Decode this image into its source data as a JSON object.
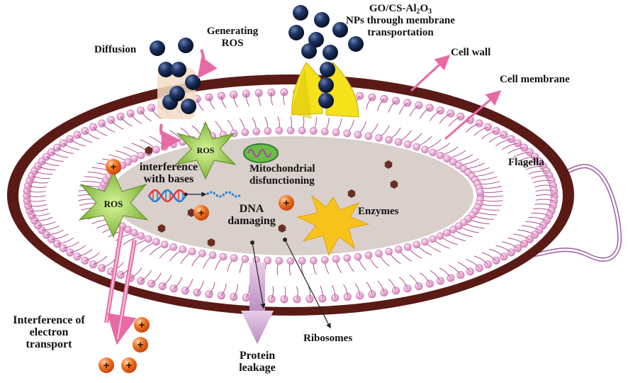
{
  "colors": {
    "cell_wall": "#5a1a16",
    "membrane_head": "#e8a0cf",
    "membrane_tail": "#b04f92",
    "cytoplasm": "#d9cfcb",
    "nanoparticle": "#0f2143",
    "ros_star": "#8cc63f",
    "enzyme_star": "#f6c31b",
    "plus_particle": "#f26a1b",
    "ribosome": "#6b2e24",
    "arrow_pink": "#e86aa5",
    "protein_arrow": "#d8b2dc",
    "yellow_channel": "#f5e21a"
  },
  "labels": {
    "np_title_line1_prefix": "GO/CS-Al",
    "np_title_sub1": "2",
    "np_title_mid": "O",
    "np_title_sub2": "3",
    "np_title_line2": "NPs through membrane",
    "np_title_line3": "transportation",
    "generating_line1": "Generating",
    "generating_line2": "ROS",
    "diffusion": "Diffusion",
    "cell_wall": "Cell wall",
    "cell_membrane": "Cell membrane",
    "flagella": "Flagella",
    "ros_1": "ROS",
    "ros_2": "ROS",
    "mito_line1": "Mitochondrial",
    "mito_line2": "disfunctioning",
    "interference_line1": "interference",
    "interference_line2": "with  bases",
    "dna_line1": "DNA",
    "dna_line2": "damaging",
    "enzymes": "Enzymes",
    "ribosomes": "Ribosomes",
    "protein_line1": "Protein",
    "protein_line2": "leakage",
    "electron_line1": "Interference  of",
    "electron_line2": "electron",
    "electron_line3": "transport",
    "plus": "+"
  }
}
